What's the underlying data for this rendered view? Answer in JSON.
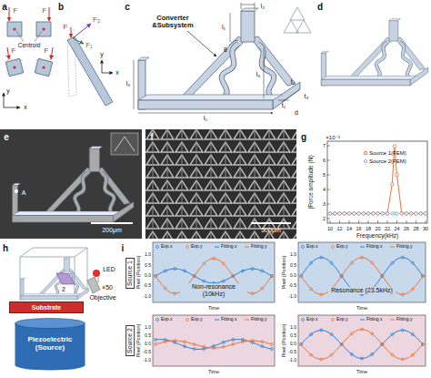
{
  "diagram": {
    "nodes": [
      {
        "text": [
          "Substrate"
        ]
      },
      {
        "text": [
          "Piezoelectric (Source)"
        ]
      }
    ],
    "labels": [
      "a",
      "F",
      "F",
      "Centroid",
      "F",
      "F",
      "y",
      "x",
      "b",
      "F",
      "F₂",
      "F₁",
      "y",
      "x",
      "c",
      "Converter &Subsystem",
      "l₂",
      "θ",
      "l₁",
      "l₃",
      "t₁",
      "t₂",
      "t₃",
      "d",
      "l₄",
      "l₅",
      "d",
      "e",
      "A",
      "200μm",
      "f",
      "500μm",
      "g",
      "×10⁻³",
      "7",
      "6",
      "5",
      "4",
      "3",
      "2",
      "10",
      "12",
      "14",
      "16",
      "18",
      "20",
      "22",
      "24",
      "26",
      "28",
      "30",
      "Frequency(kHz)",
      "|Force amplitude (N)",
      "h",
      "2",
      "LED",
      "×50",
      "Objective",
      "i",
      "Source 1",
      "Source 2",
      "Non-resonance (10kHz)",
      "Resonance (23.5kHz)",
      "Pixel (Position)",
      "1.0",
      "0.5",
      "0.0",
      "-0.5",
      "-1.0",
      "Time",
      "Pixel (Position)",
      "1.0",
      "0.5",
      "0.0",
      "-0.5",
      "-1.0",
      "Time",
      "Pixel (Position)",
      "1.0",
      "0.5",
      "0.0",
      "-0.5",
      "-1.0",
      "Time",
      "Pixel (Position)",
      "1.0",
      "0.5",
      "0.0",
      "-0.5",
      "-1.0",
      "Time"
    ],
    "legend": [
      {
        "text": "Source 1(FEM)"
      },
      {
        "text": "Source 2(FEM)"
      },
      {
        "text": "Exp.x"
      },
      {
        "text": "Exp.y"
      },
      {
        "text": "Fitting.x"
      },
      {
        "text": "Fitting.y"
      },
      {
        "text": "Exp.x"
      },
      {
        "text": "Exp.y"
      },
      {
        "text": "Fitting.x"
      },
      {
        "text": "Fitting.y"
      },
      {
        "text": "Exp.x"
      },
      {
        "text": "Exp.y"
      },
      {
        "text": "Fitting.x"
      },
      {
        "text": "Fitting.y"
      },
      {
        "text": "Exp.x"
      },
      {
        "text": "Exp.y"
      },
      {
        "text": "Fitting.x"
      },
      {
        "text": "Fitting.y"
      }
    ]
  }
}
